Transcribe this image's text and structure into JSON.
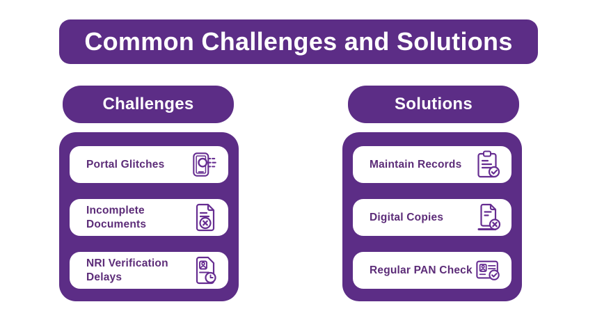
{
  "title": "Common Challenges and Solutions",
  "colors": {
    "purple": "#5C2D86",
    "card_text_purple": "#5C2C78",
    "icon_stroke_purple": "#662D91",
    "background": "#FFFFFF",
    "card_background": "#FFFFFF"
  },
  "columns": [
    {
      "header": "Challenges",
      "items": [
        {
          "label": "Portal Glitches",
          "icon": "portal-glitch-icon"
        },
        {
          "label": "Incomplete Documents",
          "icon": "document-error-icon"
        },
        {
          "label": "NRI Verification Delays",
          "icon": "id-verification-clock-icon"
        }
      ]
    },
    {
      "header": "Solutions",
      "items": [
        {
          "label": "Maintain Records",
          "icon": "clipboard-check-icon"
        },
        {
          "label": "Digital Copies",
          "icon": "digital-document-error-icon"
        },
        {
          "label": "Regular PAN Check",
          "icon": "id-card-check-icon"
        }
      ]
    }
  ]
}
